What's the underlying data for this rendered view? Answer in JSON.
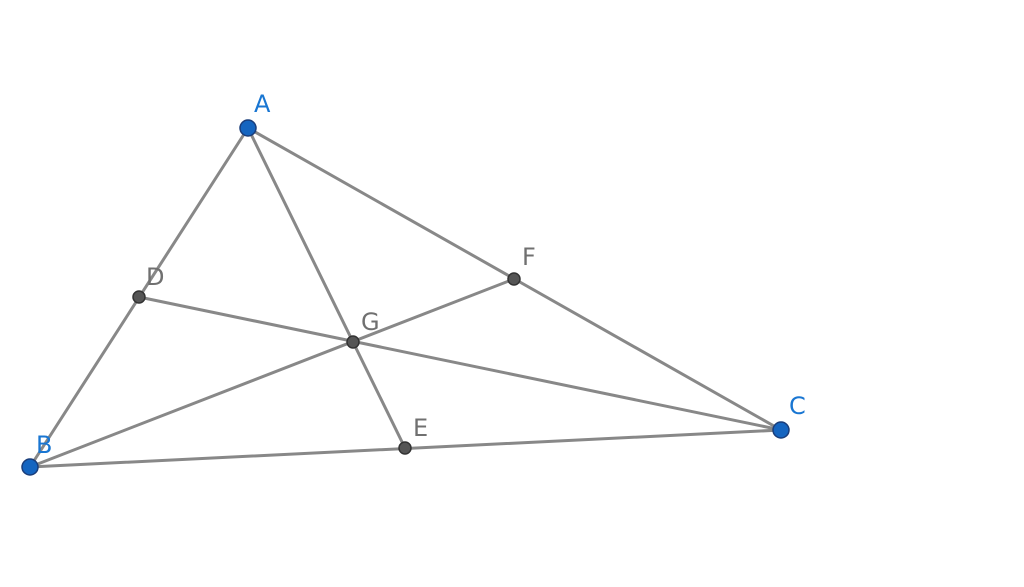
{
  "colors": {
    "segment": "#888888",
    "free_point": "#1565c0",
    "dependent_point": "#555555",
    "free_label": "#1976d2",
    "dependent_label": "#707070"
  },
  "points": {
    "A": {
      "label": "A",
      "kind": "free"
    },
    "B": {
      "label": "B",
      "kind": "free"
    },
    "C": {
      "label": "C",
      "kind": "free"
    },
    "D": {
      "label": "D",
      "kind": "dependent"
    },
    "E": {
      "label": "E",
      "kind": "dependent"
    },
    "F": {
      "label": "F",
      "kind": "dependent"
    },
    "G": {
      "label": "G",
      "kind": "dependent"
    }
  },
  "segments": [
    [
      "A",
      "B"
    ],
    [
      "B",
      "C"
    ],
    [
      "C",
      "A"
    ],
    [
      "A",
      "E"
    ],
    [
      "B",
      "F"
    ],
    [
      "C",
      "D"
    ]
  ]
}
